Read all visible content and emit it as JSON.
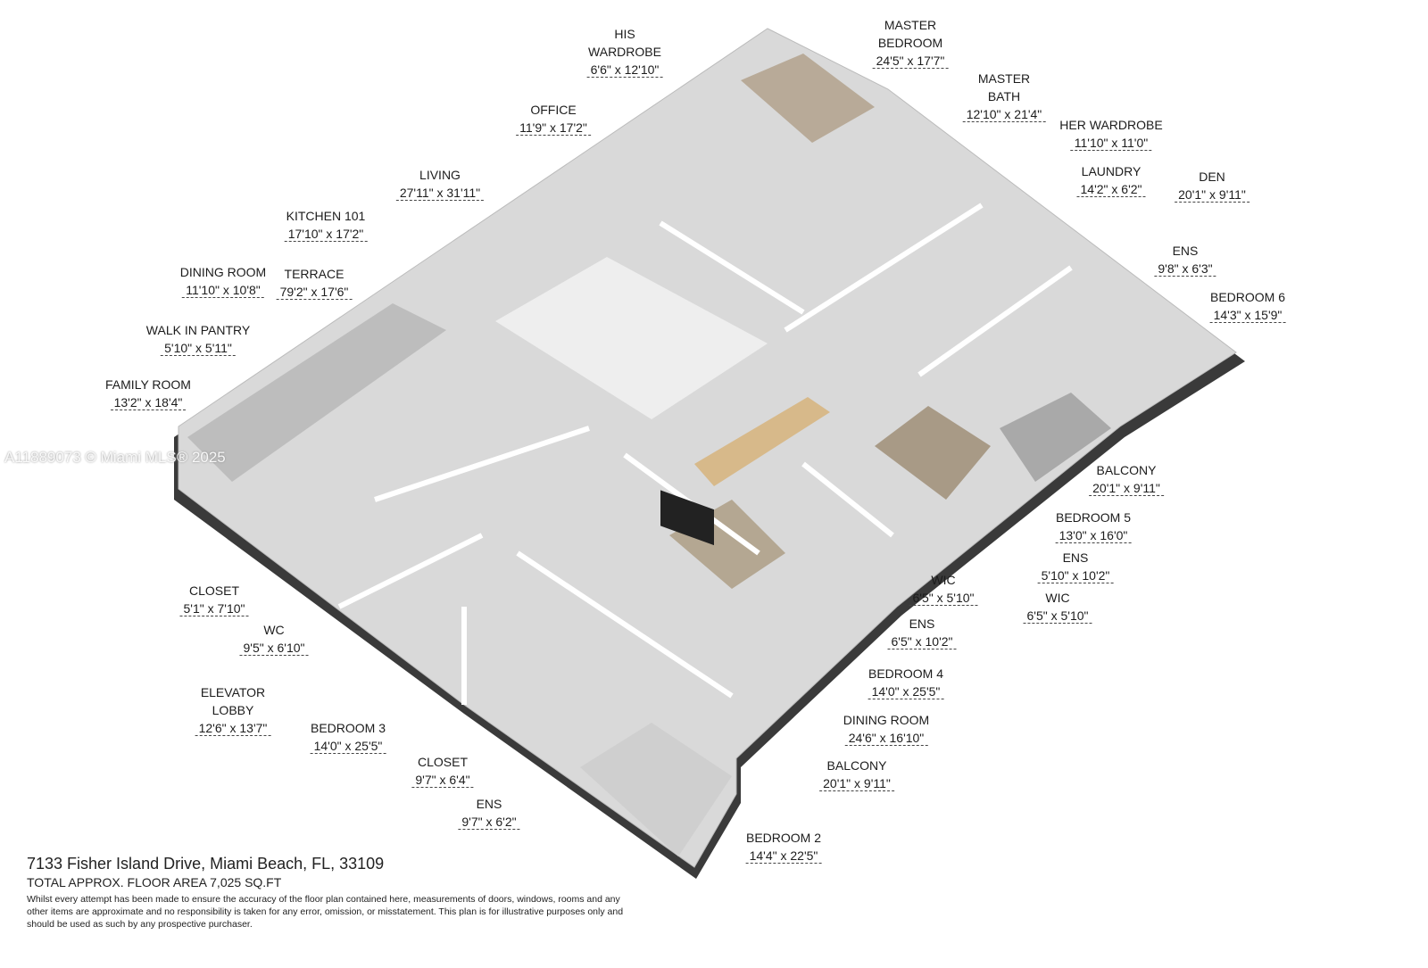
{
  "watermark": "A11889073 © Miami MLS® 2025",
  "rooms": [
    {
      "name": "HIS\nWARDROBE",
      "dim": "6'6\" x 12'10\""
    },
    {
      "name": "MASTER\nBEDROOM",
      "dim": "24'5\" x 17'7\""
    },
    {
      "name": "MASTER\nBATH",
      "dim": "12'10\" x 21'4\""
    },
    {
      "name": "HER WARDROBE",
      "dim": "11'10\" x 11'0\""
    },
    {
      "name": "LAUNDRY",
      "dim": "14'2\" x 6'2\""
    },
    {
      "name": "DEN",
      "dim": "20'1\" x 9'11\""
    },
    {
      "name": "ENS",
      "dim": "9'8\" x 6'3\""
    },
    {
      "name": "BEDROOM 6",
      "dim": "14'3\" x 15'9\""
    },
    {
      "name": "OFFICE",
      "dim": "11'9\" x 17'2\""
    },
    {
      "name": "LIVING",
      "dim": "27'11\" x 31'11\""
    },
    {
      "name": "KITCHEN 101",
      "dim": "17'10\" x 17'2\""
    },
    {
      "name": "DINING ROOM",
      "dim": "11'10\" x 10'8\""
    },
    {
      "name": "TERRACE",
      "dim": "79'2\" x 17'6\""
    },
    {
      "name": "WALK IN PANTRY",
      "dim": "5'10\" x 5'11\""
    },
    {
      "name": "FAMILY ROOM",
      "dim": "13'2\" x 18'4\""
    },
    {
      "name": "BALCONY",
      "dim": "20'1\" x 9'11\""
    },
    {
      "name": "BEDROOM 5",
      "dim": "13'0\" x 16'0\""
    },
    {
      "name": "ENS",
      "dim": "5'10\" x 10'2\""
    },
    {
      "name": "WIC",
      "dim": "6'5\" x 5'10\""
    },
    {
      "name": "WIC",
      "dim": "6'5\" x 5'10\""
    },
    {
      "name": "ENS",
      "dim": "6'5\" x 10'2\""
    },
    {
      "name": "BEDROOM 4",
      "dim": "14'0\" x 25'5\""
    },
    {
      "name": "DINING ROOM",
      "dim": "24'6\" x 16'10\""
    },
    {
      "name": "BALCONY",
      "dim": "20'1\" x 9'11\""
    },
    {
      "name": "CLOSET",
      "dim": "5'1\" x 7'10\""
    },
    {
      "name": "WC",
      "dim": "9'5\" x 6'10\""
    },
    {
      "name": "ELEVATOR\nLOBBY",
      "dim": "12'6\" x 13'7\""
    },
    {
      "name": "BEDROOM 3",
      "dim": "14'0\" x 25'5\""
    },
    {
      "name": "CLOSET",
      "dim": "9'7\" x 6'4\""
    },
    {
      "name": "ENS",
      "dim": "9'7\" x 6'2\""
    },
    {
      "name": "BEDROOM 2",
      "dim": "14'4\" x 22'5\""
    }
  ],
  "footer": {
    "address": "7133 Fisher Island Drive, Miami Beach, FL, 33109",
    "area": "TOTAL APPROX. FLOOR AREA 7,025 SQ.FT",
    "disclaimer": "Whilst every attempt has been made to ensure the accuracy of the floor plan contained here, measurements of doors, windows, rooms and any other items are approximate and no responsibility is taken for any error, omission, or misstatement. This plan is for illustrative purposes only and should be used as such by any prospective purchaser."
  }
}
